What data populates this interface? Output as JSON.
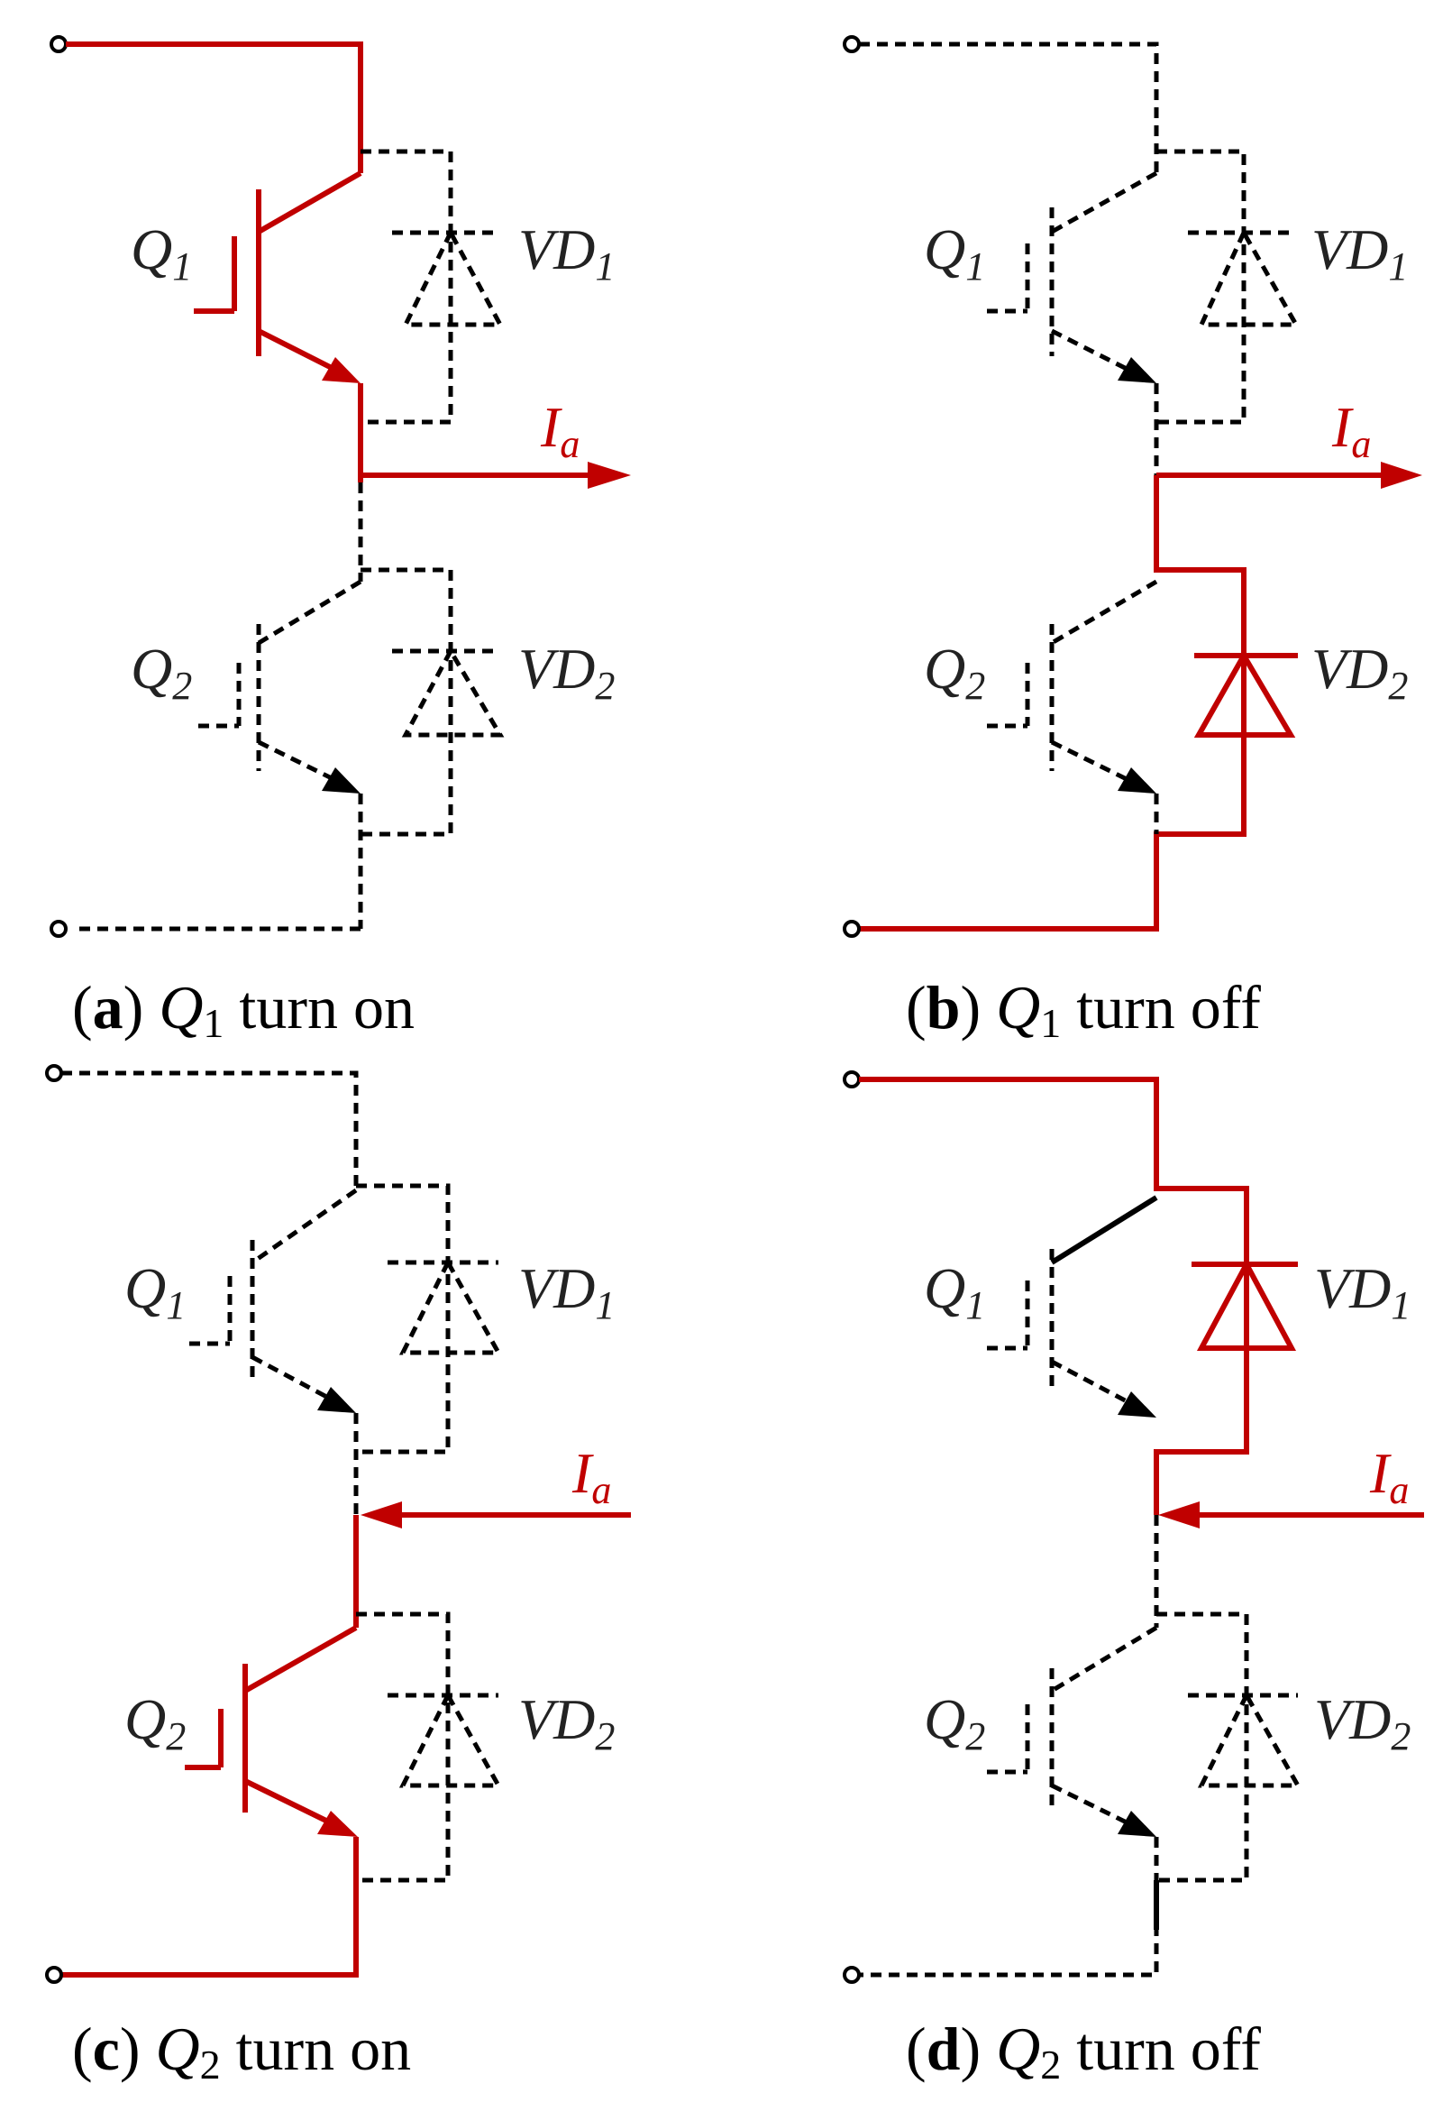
{
  "colors": {
    "active": "#c00000",
    "inactive": "#000000"
  },
  "panels": [
    {
      "letter": "a",
      "switch": "Q",
      "switch_sub": "1",
      "action": "turn on",
      "labels": {
        "q1": "Q",
        "q1_sub": "1",
        "q2": "Q",
        "q2_sub": "2",
        "vd1": "VD",
        "vd1_sub": "1",
        "vd2": "VD",
        "vd2_sub": "2",
        "current": "I",
        "current_sub": "a"
      },
      "current_direction": "out",
      "conducting": [
        "top-rail",
        "Q1"
      ]
    },
    {
      "letter": "b",
      "switch": "Q",
      "switch_sub": "1",
      "action": "turn off",
      "labels": {
        "q1": "Q",
        "q1_sub": "1",
        "q2": "Q",
        "q2_sub": "2",
        "vd1": "VD",
        "vd1_sub": "1",
        "vd2": "VD",
        "vd2_sub": "2",
        "current": "I",
        "current_sub": "a"
      },
      "current_direction": "out",
      "conducting": [
        "bottom-rail",
        "VD2"
      ]
    },
    {
      "letter": "c",
      "switch": "Q",
      "switch_sub": "2",
      "action": "turn on",
      "labels": {
        "q1": "Q",
        "q1_sub": "1",
        "q2": "Q",
        "q2_sub": "2",
        "vd1": "VD",
        "vd1_sub": "1",
        "vd2": "VD",
        "vd2_sub": "2",
        "current": "I",
        "current_sub": "a"
      },
      "current_direction": "in",
      "conducting": [
        "bottom-rail",
        "Q2"
      ]
    },
    {
      "letter": "d",
      "switch": "Q",
      "switch_sub": "2",
      "action": "turn off",
      "labels": {
        "q1": "Q",
        "q1_sub": "1",
        "q2": "Q",
        "q2_sub": "2",
        "vd1": "VD",
        "vd1_sub": "1",
        "vd2": "VD",
        "vd2_sub": "2",
        "current": "I",
        "current_sub": "a"
      },
      "current_direction": "in",
      "conducting": [
        "top-rail",
        "VD1"
      ]
    }
  ]
}
